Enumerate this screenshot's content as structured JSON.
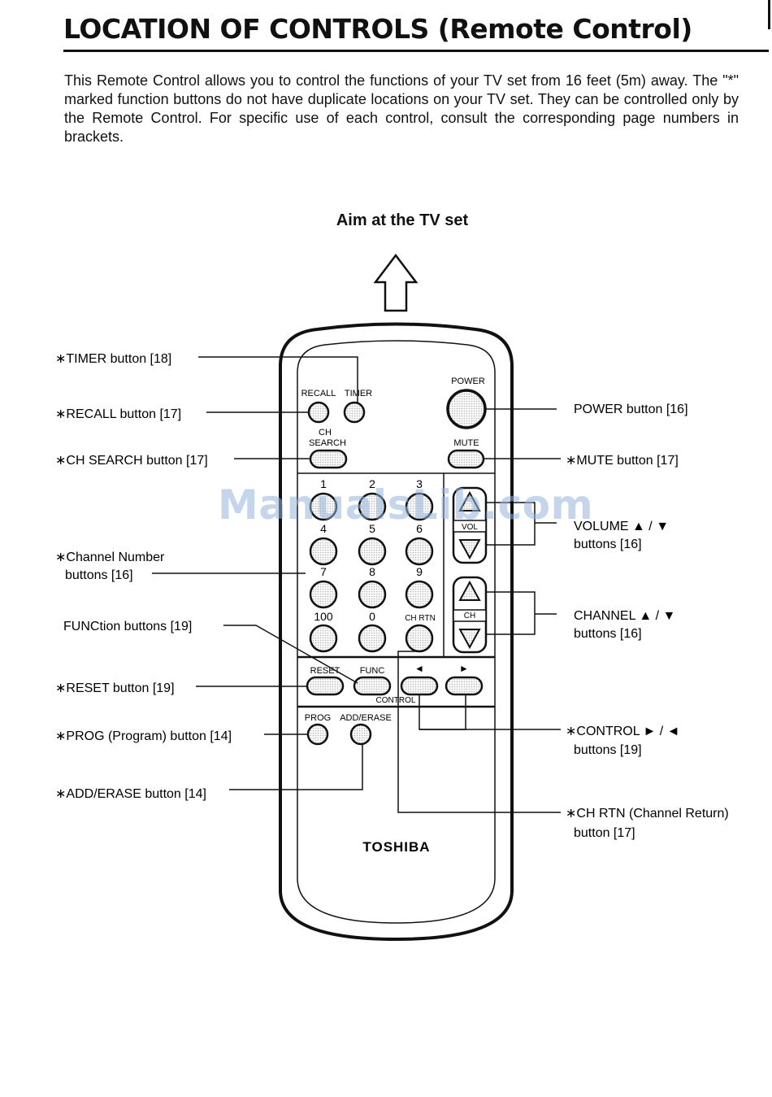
{
  "page": {
    "title": "LOCATION OF CONTROLS (Remote Control)",
    "intro": "This Remote Control allows you to control the functions of your TV set from 16 feet (5m) away. The \"*\" marked function buttons do not have duplicate locations on your TV set. They can be controlled only by the Remote Control. For specific use of each control, consult the corresponding page numbers in brackets.",
    "aim_label": "Aim at the TV set",
    "watermark": "ManualsLib.com"
  },
  "remote": {
    "brand": "TOSHIBA",
    "buttons": {
      "recall": "RECALL",
      "timer": "TIMER",
      "power": "POWER",
      "ch_search_1": "CH",
      "ch_search_2": "SEARCH",
      "mute": "MUTE",
      "vol": "VOL",
      "ch": "CH",
      "ch_rtn": "CH RTN",
      "reset": "RESET",
      "func": "FUNC",
      "control": "CONTROL",
      "ctrl_left": "◄",
      "ctrl_right": "►",
      "prog": "PROG",
      "add_erase": "ADD/ERASE",
      "n1": "1",
      "n2": "2",
      "n3": "3",
      "n4": "4",
      "n5": "5",
      "n6": "6",
      "n7": "7",
      "n8": "8",
      "n9": "9",
      "n100": "100",
      "n0": "0"
    }
  },
  "callouts": {
    "timer": "∗TIMER button [18]",
    "recall": "∗RECALL button [17]",
    "ch_search": "∗CH SEARCH button [17]",
    "channel_number_1": "∗Channel Number",
    "channel_number_2": "buttons [16]",
    "function": "FUNCtion buttons [19]",
    "reset": "∗RESET button [19]",
    "prog": "∗PROG (Program) button [14]",
    "add_erase": "∗ADD/ERASE button [14]",
    "power": "POWER button [16]",
    "mute": "∗MUTE button [17]",
    "volume_1": "VOLUME ▲ / ▼",
    "volume_2": "buttons [16]",
    "channel_1": "CHANNEL ▲ / ▼",
    "channel_2": "buttons [16]",
    "control_1": "∗CONTROL ► / ◄",
    "control_2": "buttons [19]",
    "ch_rtn_1": "∗CH RTN (Channel Return)",
    "ch_rtn_2": "button [17]"
  }
}
